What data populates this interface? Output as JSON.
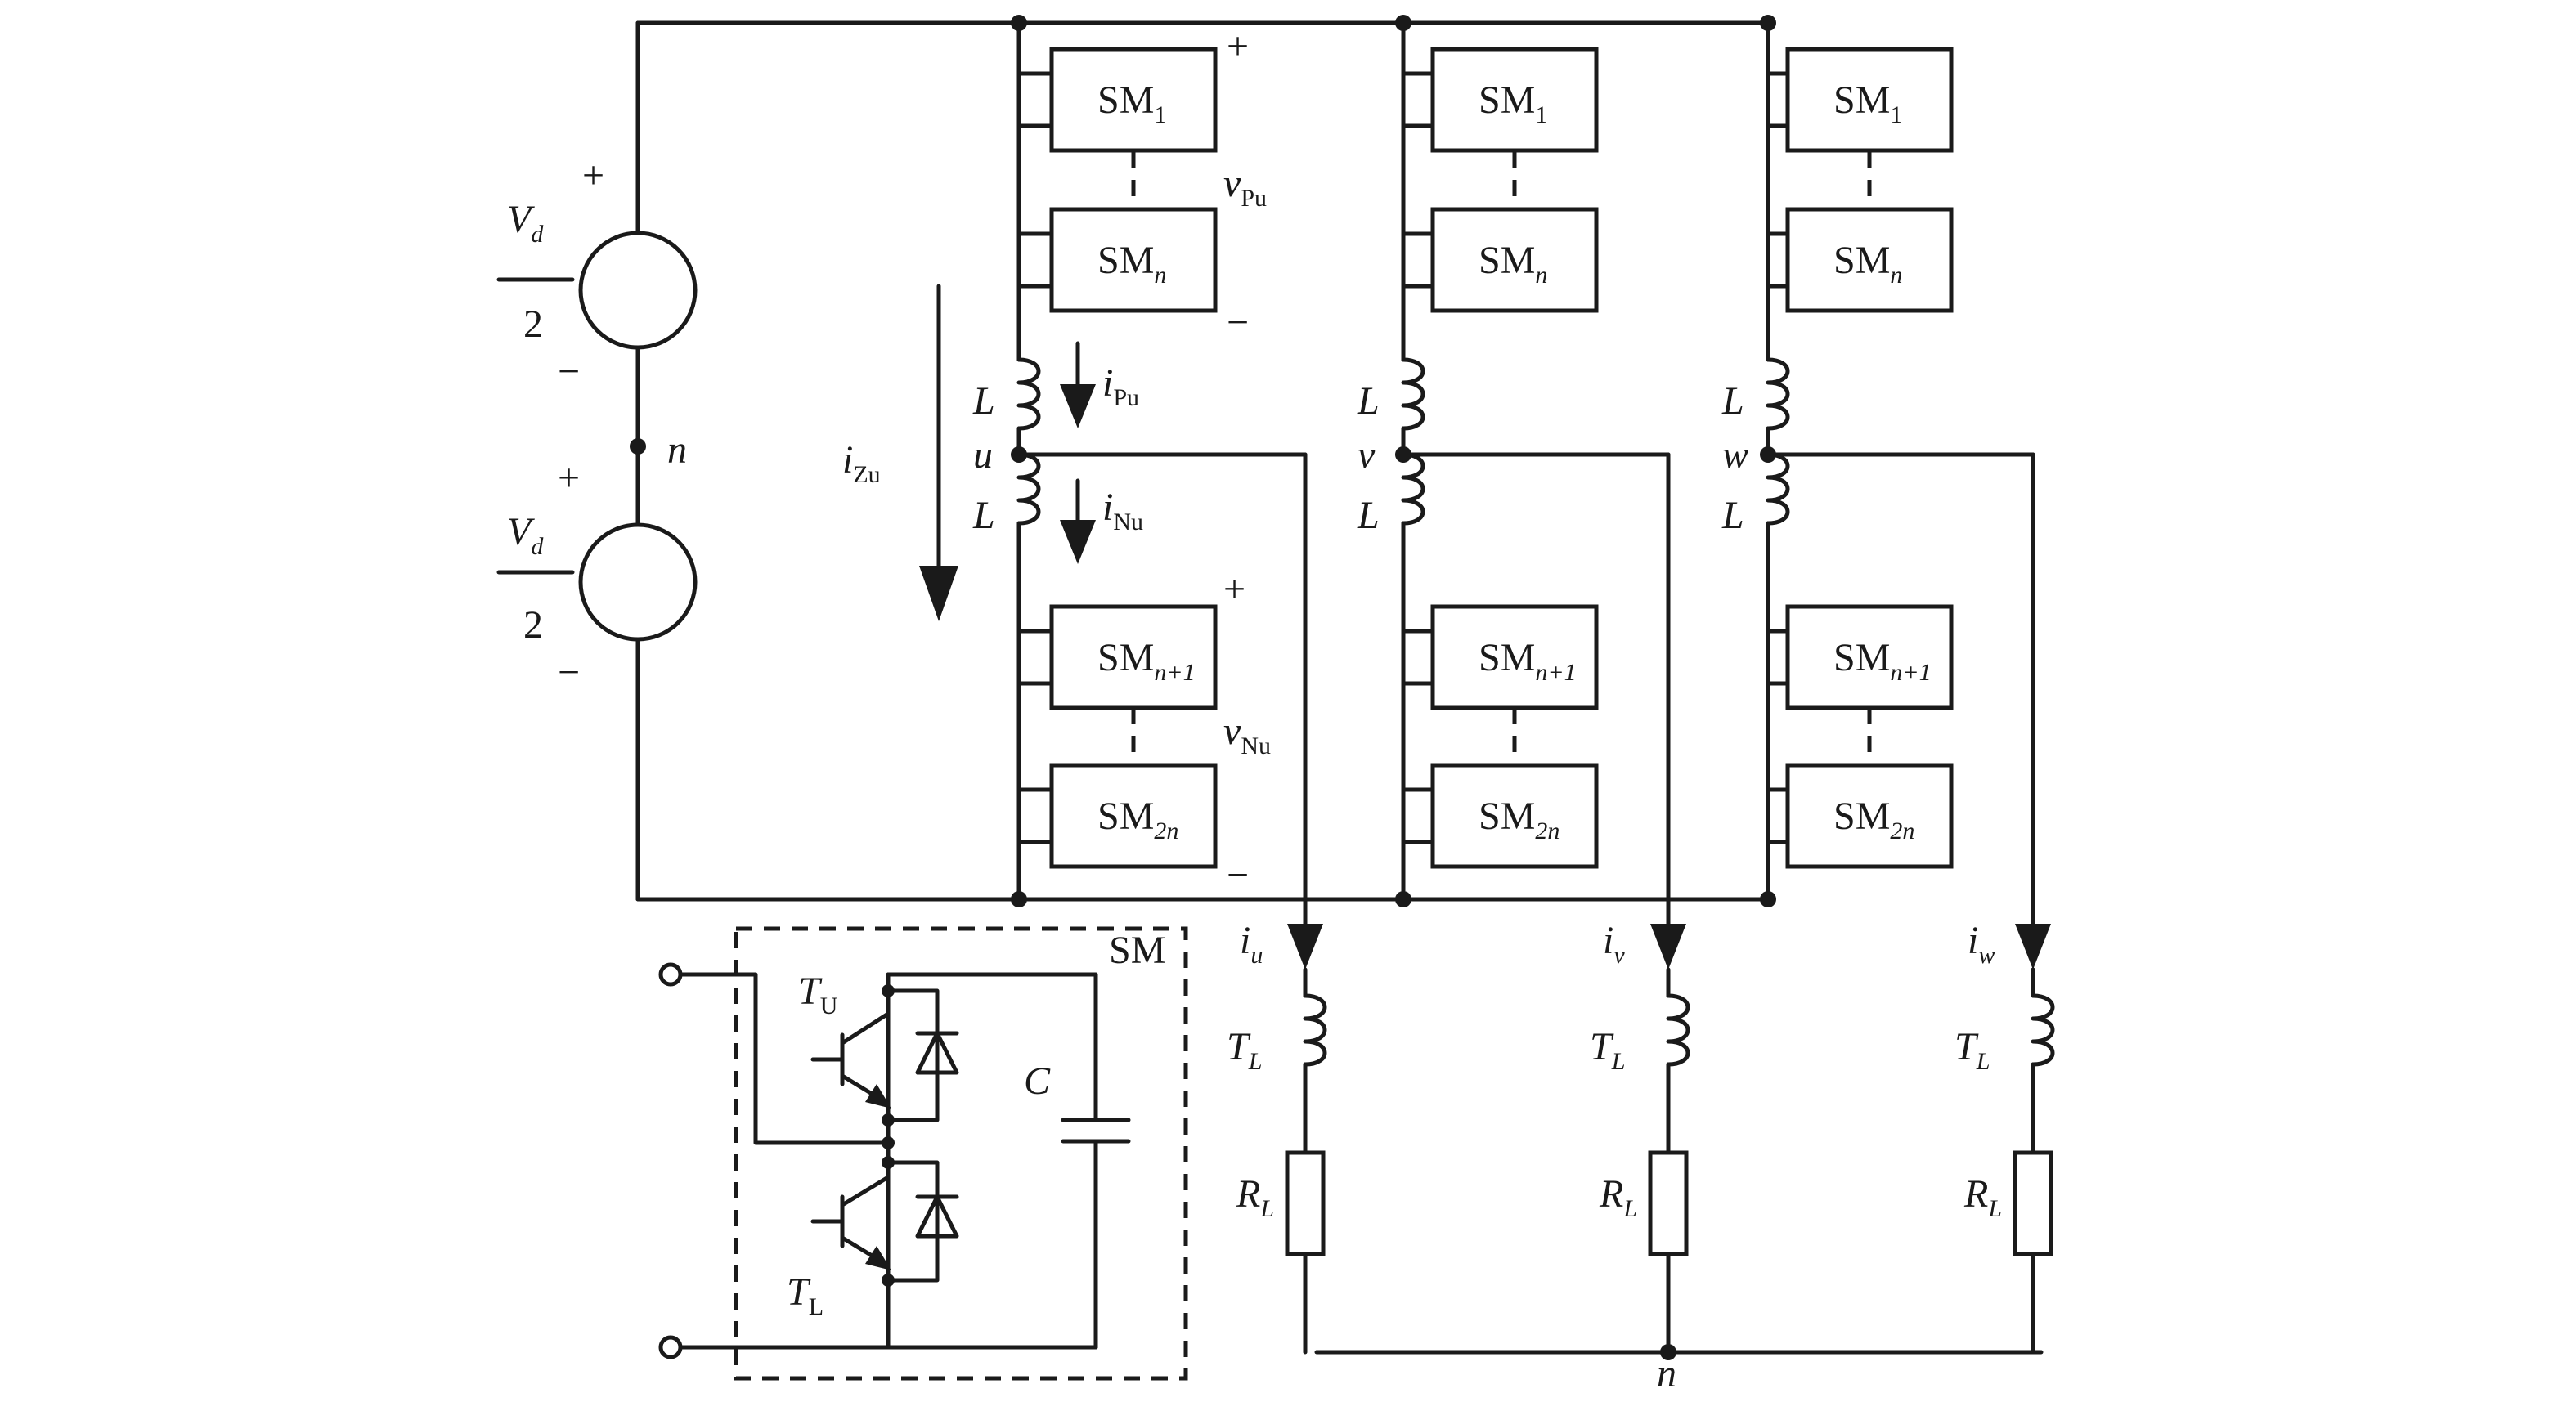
{
  "source": {
    "voltage_label": "V",
    "voltage_sub": "d",
    "denominator": "2",
    "plus": "+",
    "minus": "−",
    "neutral": "n"
  },
  "legs": [
    {
      "id": "u",
      "node": "u",
      "current": "i",
      "current_sub": "u"
    },
    {
      "id": "v",
      "node": "v",
      "current": "i",
      "current_sub": "v"
    },
    {
      "id": "w",
      "node": "w",
      "current": "i",
      "current_sub": "w"
    }
  ],
  "submodules": {
    "sm": "SM",
    "sub1": "1",
    "subn": "n",
    "subn1": "n+1",
    "sub2n": "2n"
  },
  "arm": {
    "inductor": "L",
    "upper_current": "i",
    "upper_current_sub": "Pu",
    "lower_current": "i",
    "lower_current_sub": "Nu",
    "upper_voltage": "v",
    "upper_voltage_sub": "Pu",
    "lower_voltage": "v",
    "lower_voltage_sub": "Nu",
    "circ_current": "i",
    "circ_current_sub": "Zu",
    "plus": "+",
    "minus": "−"
  },
  "load": {
    "inductor": "T",
    "inductor_sub": "L",
    "resistor": "R",
    "resistor_sub": "L",
    "neutral": "n"
  },
  "sm_detail": {
    "title": "SM",
    "upper_switch": "T",
    "upper_switch_sub": "U",
    "lower_switch": "T",
    "lower_switch_sub": "L",
    "capacitor": "C"
  }
}
